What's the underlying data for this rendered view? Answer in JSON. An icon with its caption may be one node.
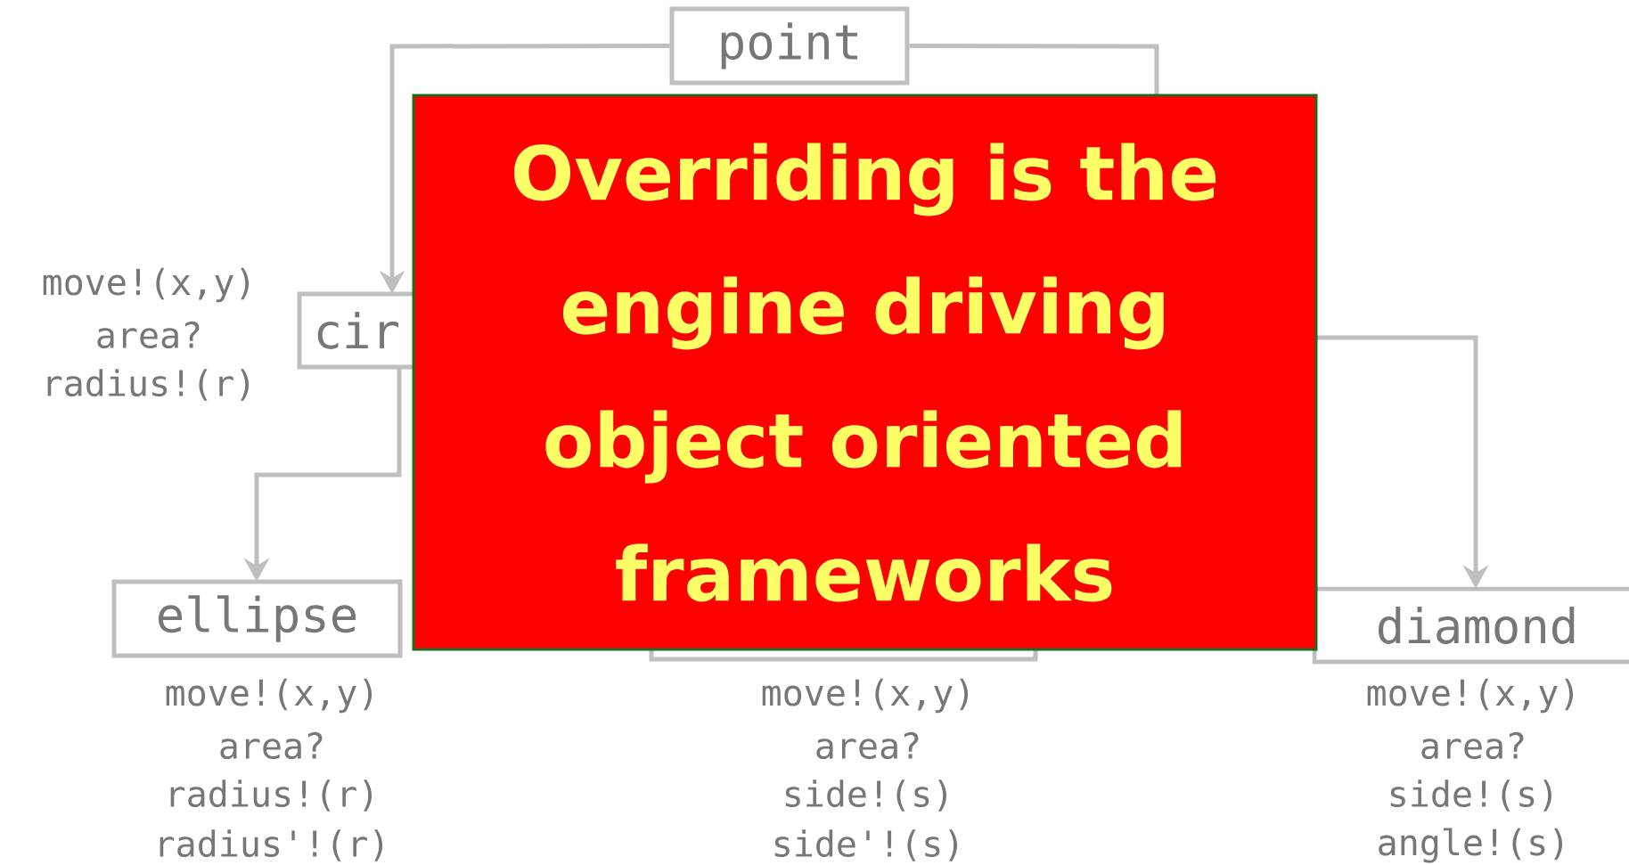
{
  "diagram": {
    "nodes": [
      {
        "text": [
          "point"
        ]
      },
      {
        "text": [
          "cir"
        ],
        "beside": [
          "move!(x,y)",
          "area?",
          "radius!(r)"
        ]
      },
      {
        "text": [
          "ellipse"
        ],
        "beside": [
          "move!(x,y)",
          "area?",
          "radius!(r)",
          "radius'!(r)"
        ]
      },
      {
        "text": [],
        "shape": "box",
        "beside": [
          "move!(x,y)",
          "area?",
          "side!(s)",
          "side'!(s)"
        ]
      },
      {
        "text": [
          "diamond"
        ],
        "beside": [
          "move!(x,y)",
          "area?",
          "side!(s)",
          "angle!(s)"
        ]
      },
      {
        "text": [
          "Overriding is the engine driving object oriented frameworks"
        ]
      }
    ],
    "edges": [
      {
        "from": 0,
        "to": 1,
        "arrow": "to"
      },
      {
        "from": 0,
        "to": 5,
        "arrow": "none"
      },
      {
        "from": 1,
        "to": 2,
        "arrow": "to"
      },
      {
        "from": 5,
        "to": 4,
        "arrow": "to"
      }
    ]
  }
}
